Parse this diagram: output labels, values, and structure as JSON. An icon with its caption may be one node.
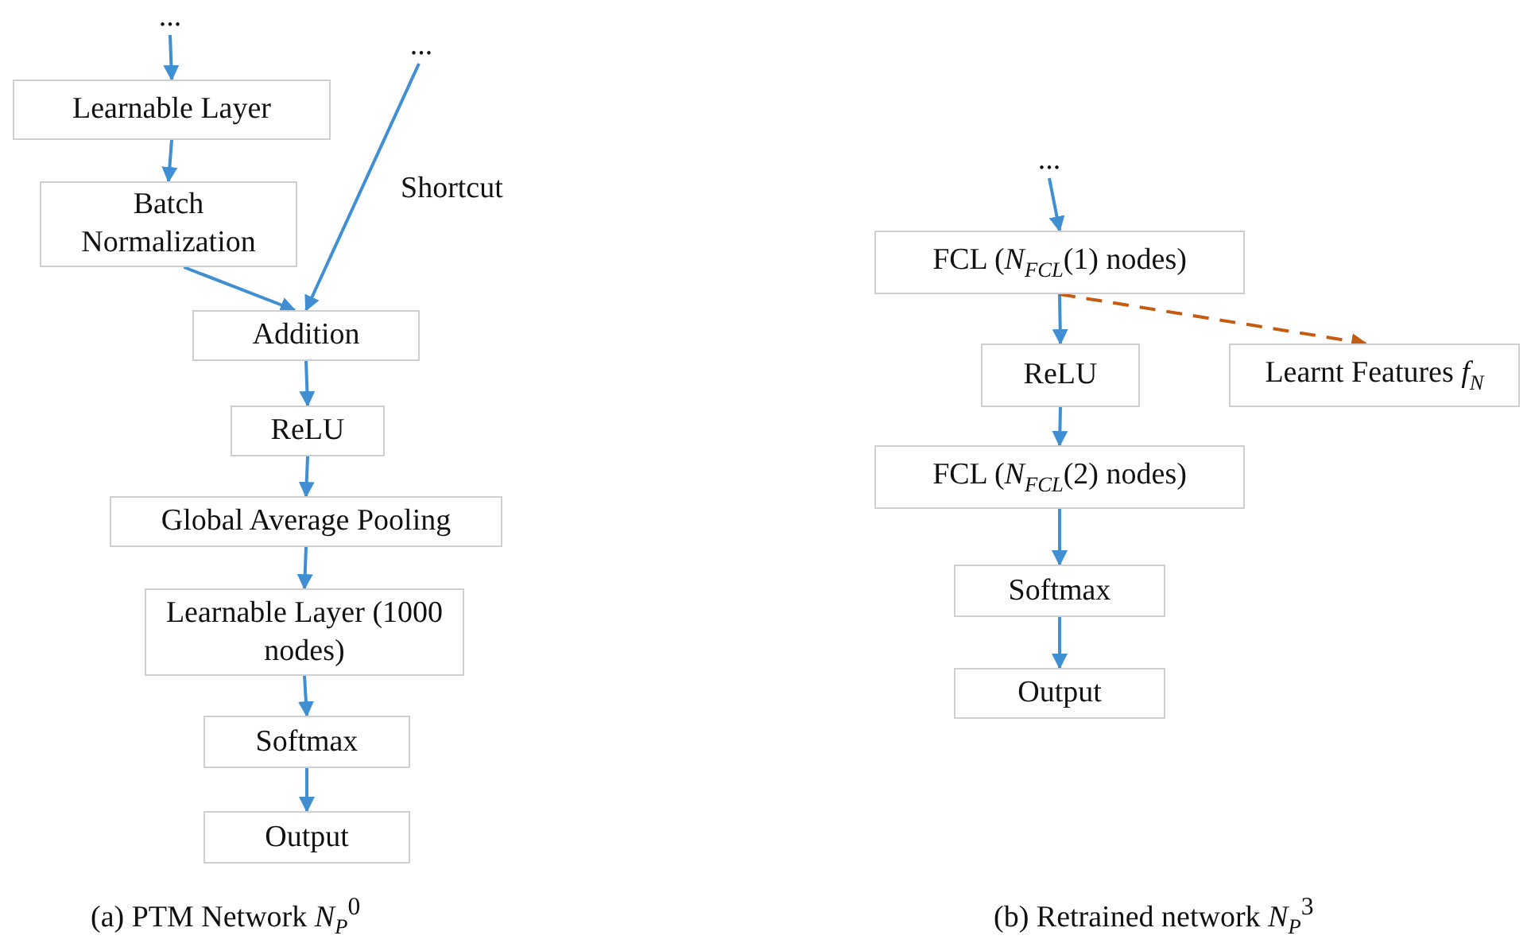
{
  "diagram": {
    "nodes": [
      {
        "text": [
          "..."
        ]
      },
      {
        "text": [
          "Learnable Layer"
        ]
      },
      {
        "text": [
          "Batch Normalization"
        ]
      },
      {
        "text": [
          "..."
        ]
      },
      {
        "text": [
          "Addition"
        ]
      },
      {
        "text": [
          "ReLU"
        ]
      },
      {
        "text": [
          "Global Average Pooling"
        ]
      },
      {
        "text": [
          "Learnable Layer (1000 nodes)"
        ]
      },
      {
        "text": [
          "Softmax"
        ]
      },
      {
        "text": [
          "Output"
        ]
      },
      {
        "text": [
          "..."
        ]
      },
      {
        "text": [
          "FCL (*N*$_{FCL}$(1) nodes)"
        ]
      },
      {
        "text": [
          "ReLU"
        ]
      },
      {
        "text": [
          "Learnt Features *f*$_{N}$"
        ]
      },
      {
        "text": [
          "FCL (*N*$_{FCL}$(2) nodes)"
        ]
      },
      {
        "text": [
          "Softmax"
        ]
      },
      {
        "text": [
          "Output"
        ]
      }
    ],
    "edges": [
      {
        "from": 0,
        "to": 1,
        "arrow": "to"
      },
      {
        "from": 1,
        "to": 2,
        "arrow": "to"
      },
      {
        "from": 2,
        "to": 4,
        "arrow": "to"
      },
      {
        "from": 3,
        "to": 4,
        "arrow": "to",
        "label": "Shortcut"
      },
      {
        "from": 4,
        "to": 5,
        "arrow": "to"
      },
      {
        "from": 5,
        "to": 6,
        "arrow": "to"
      },
      {
        "from": 6,
        "to": 7,
        "arrow": "to"
      },
      {
        "from": 7,
        "to": 8,
        "arrow": "to"
      },
      {
        "from": 8,
        "to": 9,
        "arrow": "to"
      },
      {
        "from": 10,
        "to": 11,
        "arrow": "to"
      },
      {
        "from": 11,
        "to": 12,
        "arrow": "to"
      },
      {
        "from": 11,
        "to": 13,
        "arrow": "to",
        "style": "dashed",
        "color": "#c55a11"
      },
      {
        "from": 12,
        "to": 14,
        "arrow": "to"
      },
      {
        "from": 14,
        "to": 15,
        "arrow": "to"
      },
      {
        "from": 15,
        "to": 16,
        "arrow": "to"
      }
    ],
    "labels": [
      "(a) PTM Network *N*$_{P}$$^{0}$",
      "(b) Retrained network *N*$_{P}$$^{3}$"
    ]
  }
}
